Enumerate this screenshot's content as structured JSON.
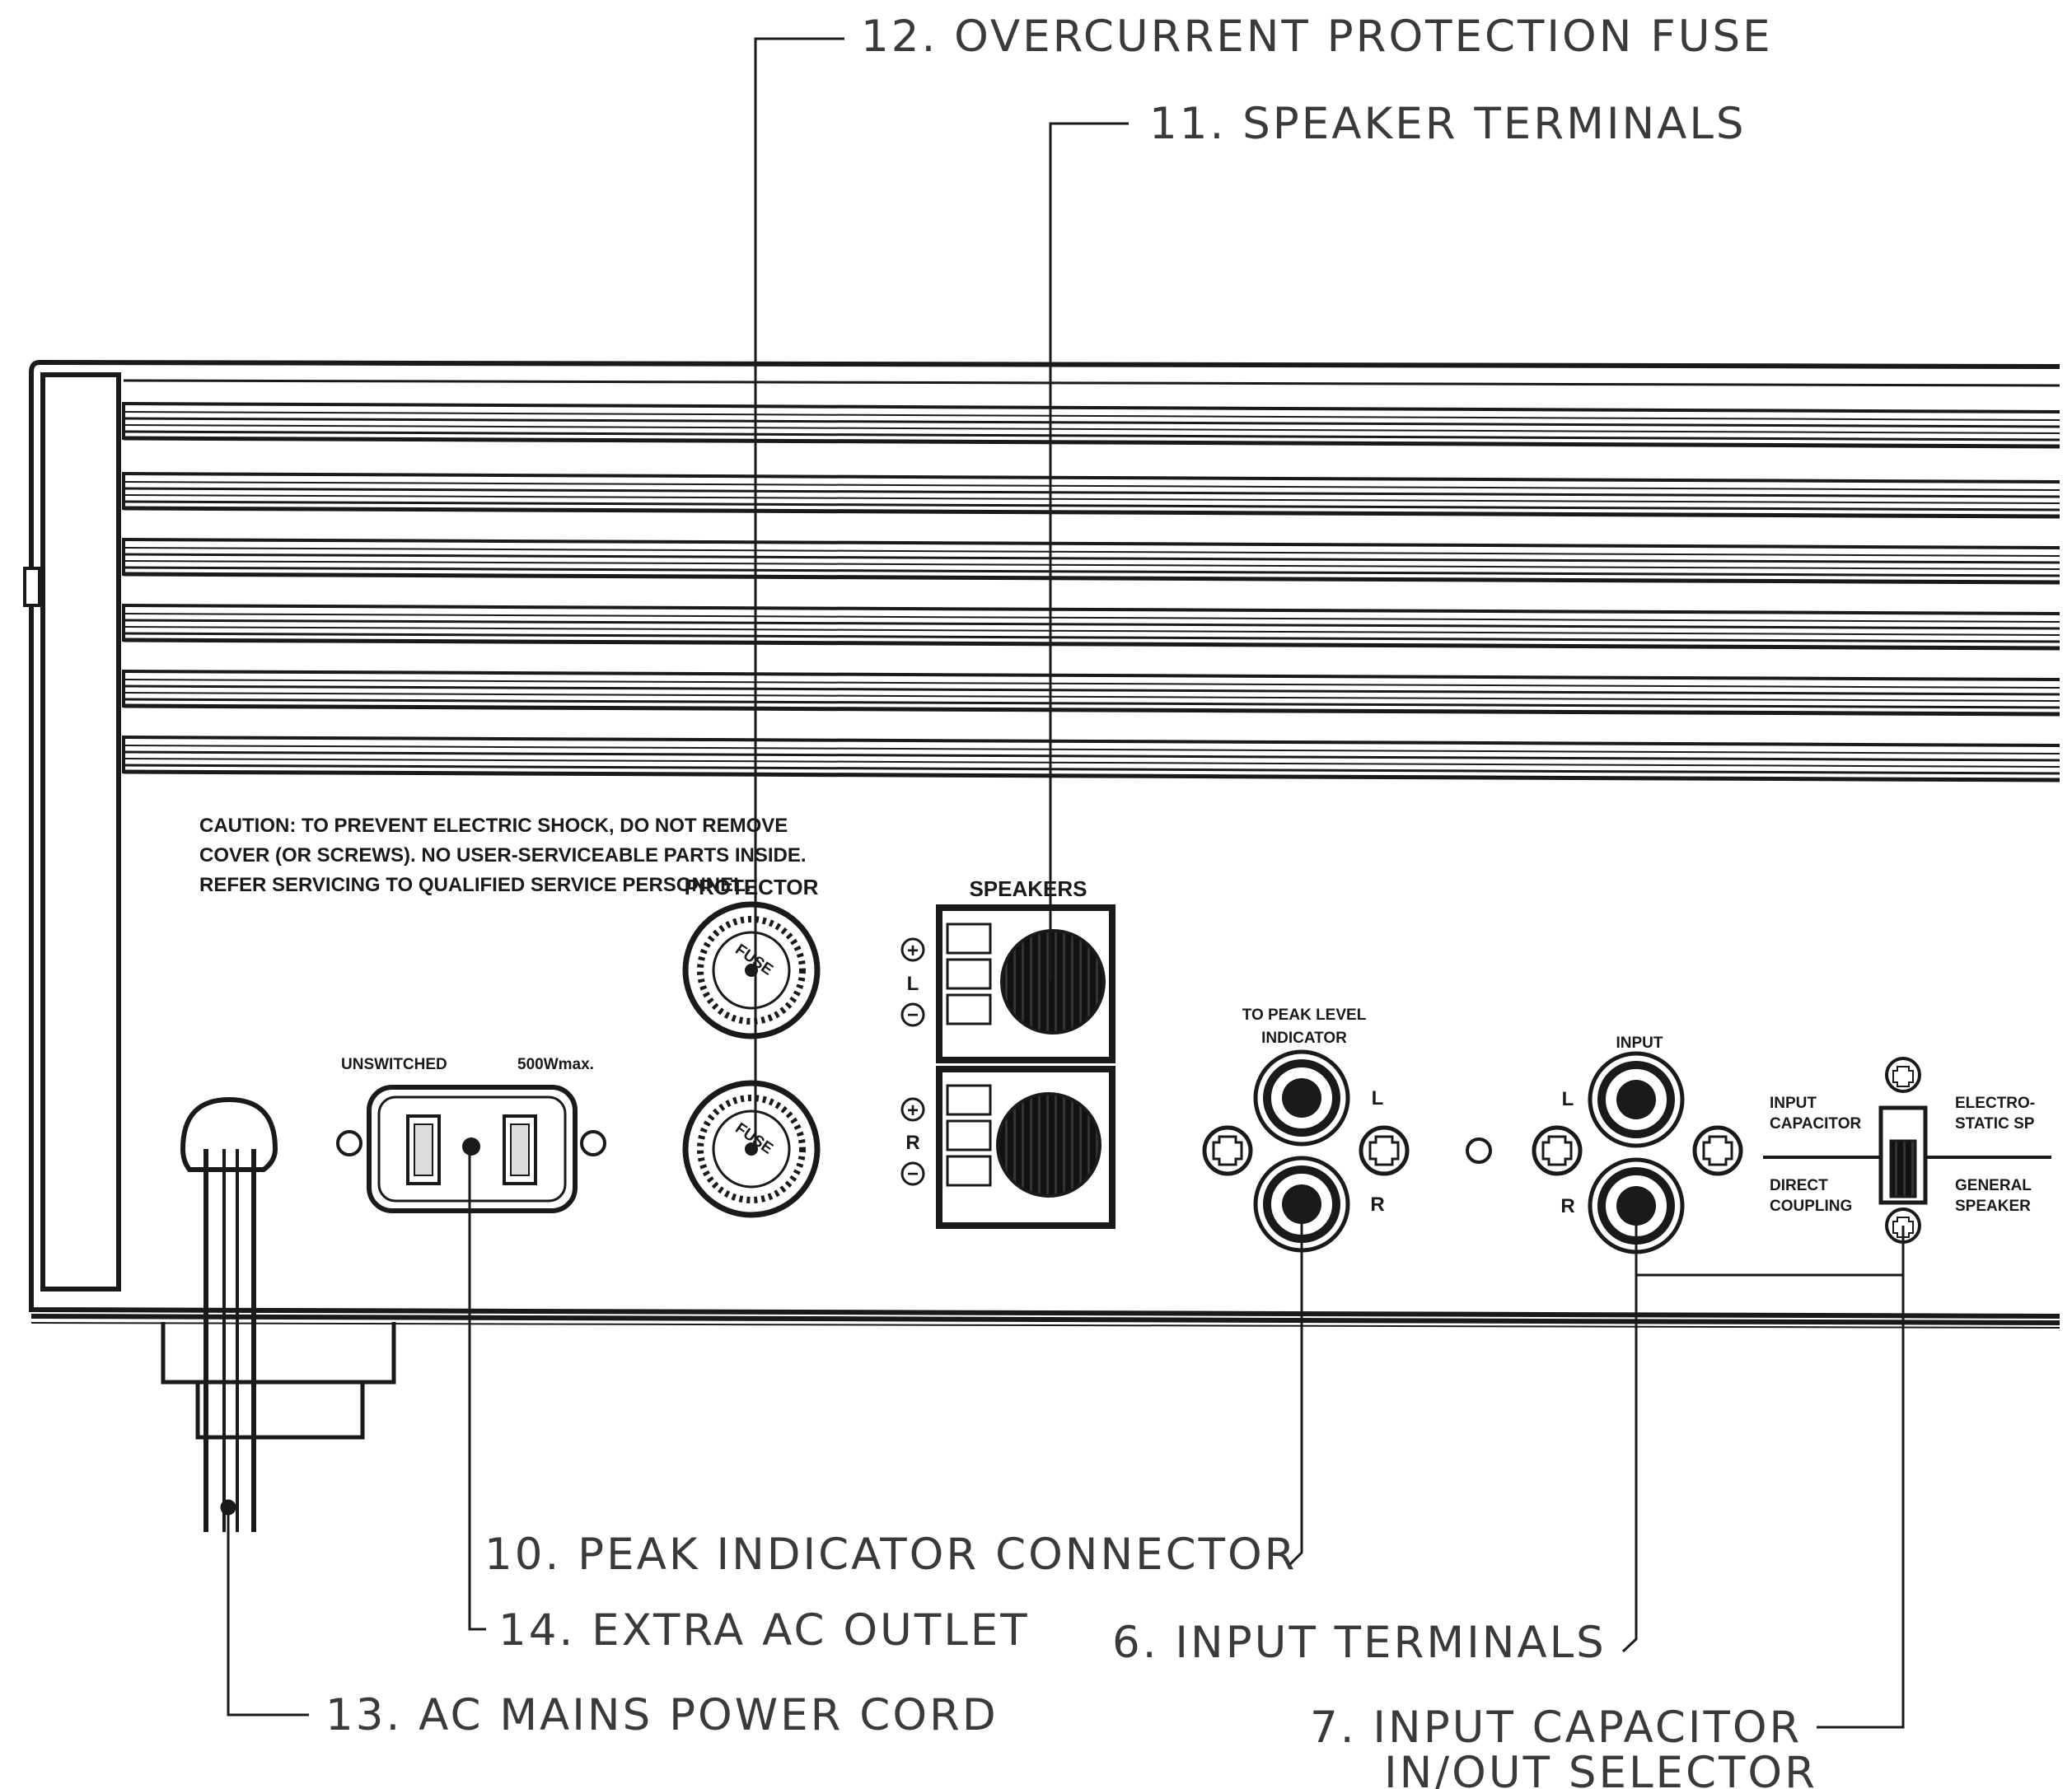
{
  "callouts": {
    "c12": "12.  OVERCURRENT PROTECTION FUSE",
    "c11": "11.  SPEAKER TERMINALS",
    "c10": "10.  PEAK INDICATOR CONNECTOR",
    "c14": "14.  EXTRA AC OUTLET",
    "c13": "13.  AC MAINS POWER CORD",
    "c6": "6.  INPUT TERMINALS",
    "c7_line1": "7.  INPUT CAPACITOR",
    "c7_line2": "IN/OUT SELECTOR"
  },
  "panel": {
    "caution_line1": "CAUTION: TO PREVENT ELECTRIC SHOCK, DO NOT REMOVE",
    "caution_line2": "COVER (OR SCREWS). NO USER-SERVICEABLE PARTS INSIDE.",
    "caution_line3": "REFER SERVICING TO QUALIFIED SERVICE PERSONNEL.",
    "unswitched": "UNSWITCHED",
    "outlet_rating": "500Wmax.",
    "protector": "PROTECTOR",
    "fuse": "FUSE",
    "speakers": "SPEAKERS",
    "ch_l": "L",
    "ch_r": "R",
    "peak_line1": "TO PEAK LEVEL",
    "peak_line2": "INDICATOR",
    "input": "INPUT",
    "sel_input_cap_1": "INPUT",
    "sel_input_cap_2": "CAPACITOR",
    "sel_direct_1": "DIRECT",
    "sel_direct_2": "COUPLING",
    "sel_electro_1": "ELECTRO-",
    "sel_electro_2": "STATIC SP",
    "sel_general_1": "GENERAL",
    "sel_general_2": "SPEAKER"
  },
  "colors": {
    "ink": "#1a1a1a",
    "paper": "#ffffff",
    "callout_text": "#3a3a3a"
  }
}
